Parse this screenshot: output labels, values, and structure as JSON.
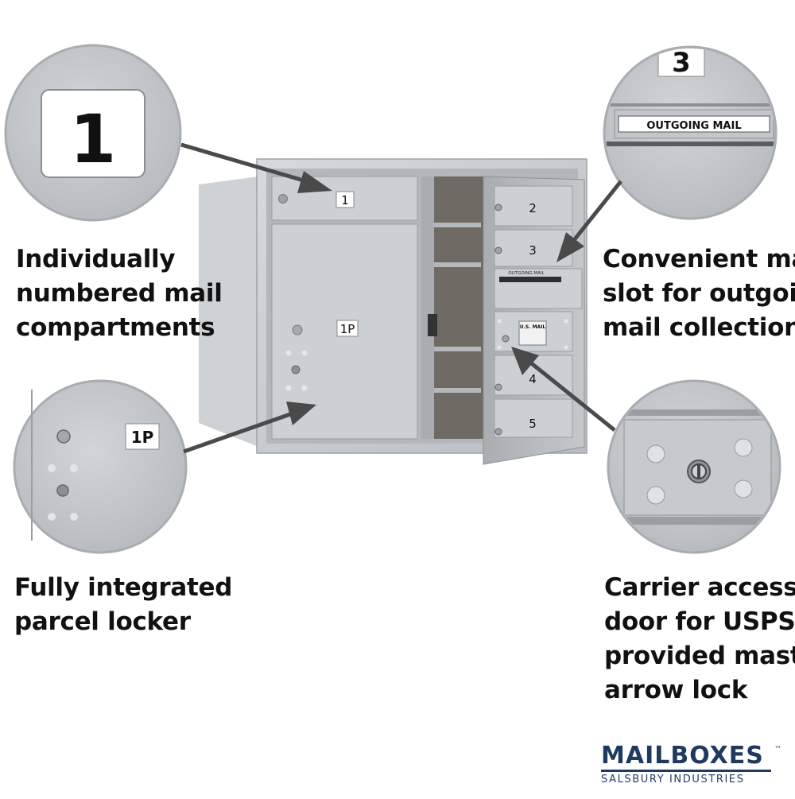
{
  "captions": {
    "top_left": [
      "Individually",
      "numbered mail",
      "compartments"
    ],
    "top_right": [
      "Convenient mail",
      "slot for outgoing",
      "mail collection"
    ],
    "bottom_left": [
      "Fully integrated",
      "parcel locker"
    ],
    "bottom_right": [
      "Carrier access",
      "door for USPS",
      "provided master",
      "arrow lock"
    ]
  },
  "zoom_labels": {
    "top_left_number": "1",
    "top_right_number": "3",
    "top_right_slot": "OUTGOING MAIL",
    "bottom_left_label": "1P"
  },
  "mailbox_labels": {
    "door_1": "1",
    "door_2": "2",
    "door_3": "3",
    "parcel": "1P",
    "slot": "OUTGOING MAIL",
    "usps_plate": "U.S. MAIL",
    "door_4": "4",
    "door_5": "5"
  },
  "brand": {
    "name": "MAILBOXES",
    "trademark": "™",
    "subtitle": "SALSBURY INDUSTRIES"
  },
  "colors": {
    "brand": "#1f3a5f",
    "metal": "#c9cdd0",
    "arrow": "#4a4a4a"
  }
}
